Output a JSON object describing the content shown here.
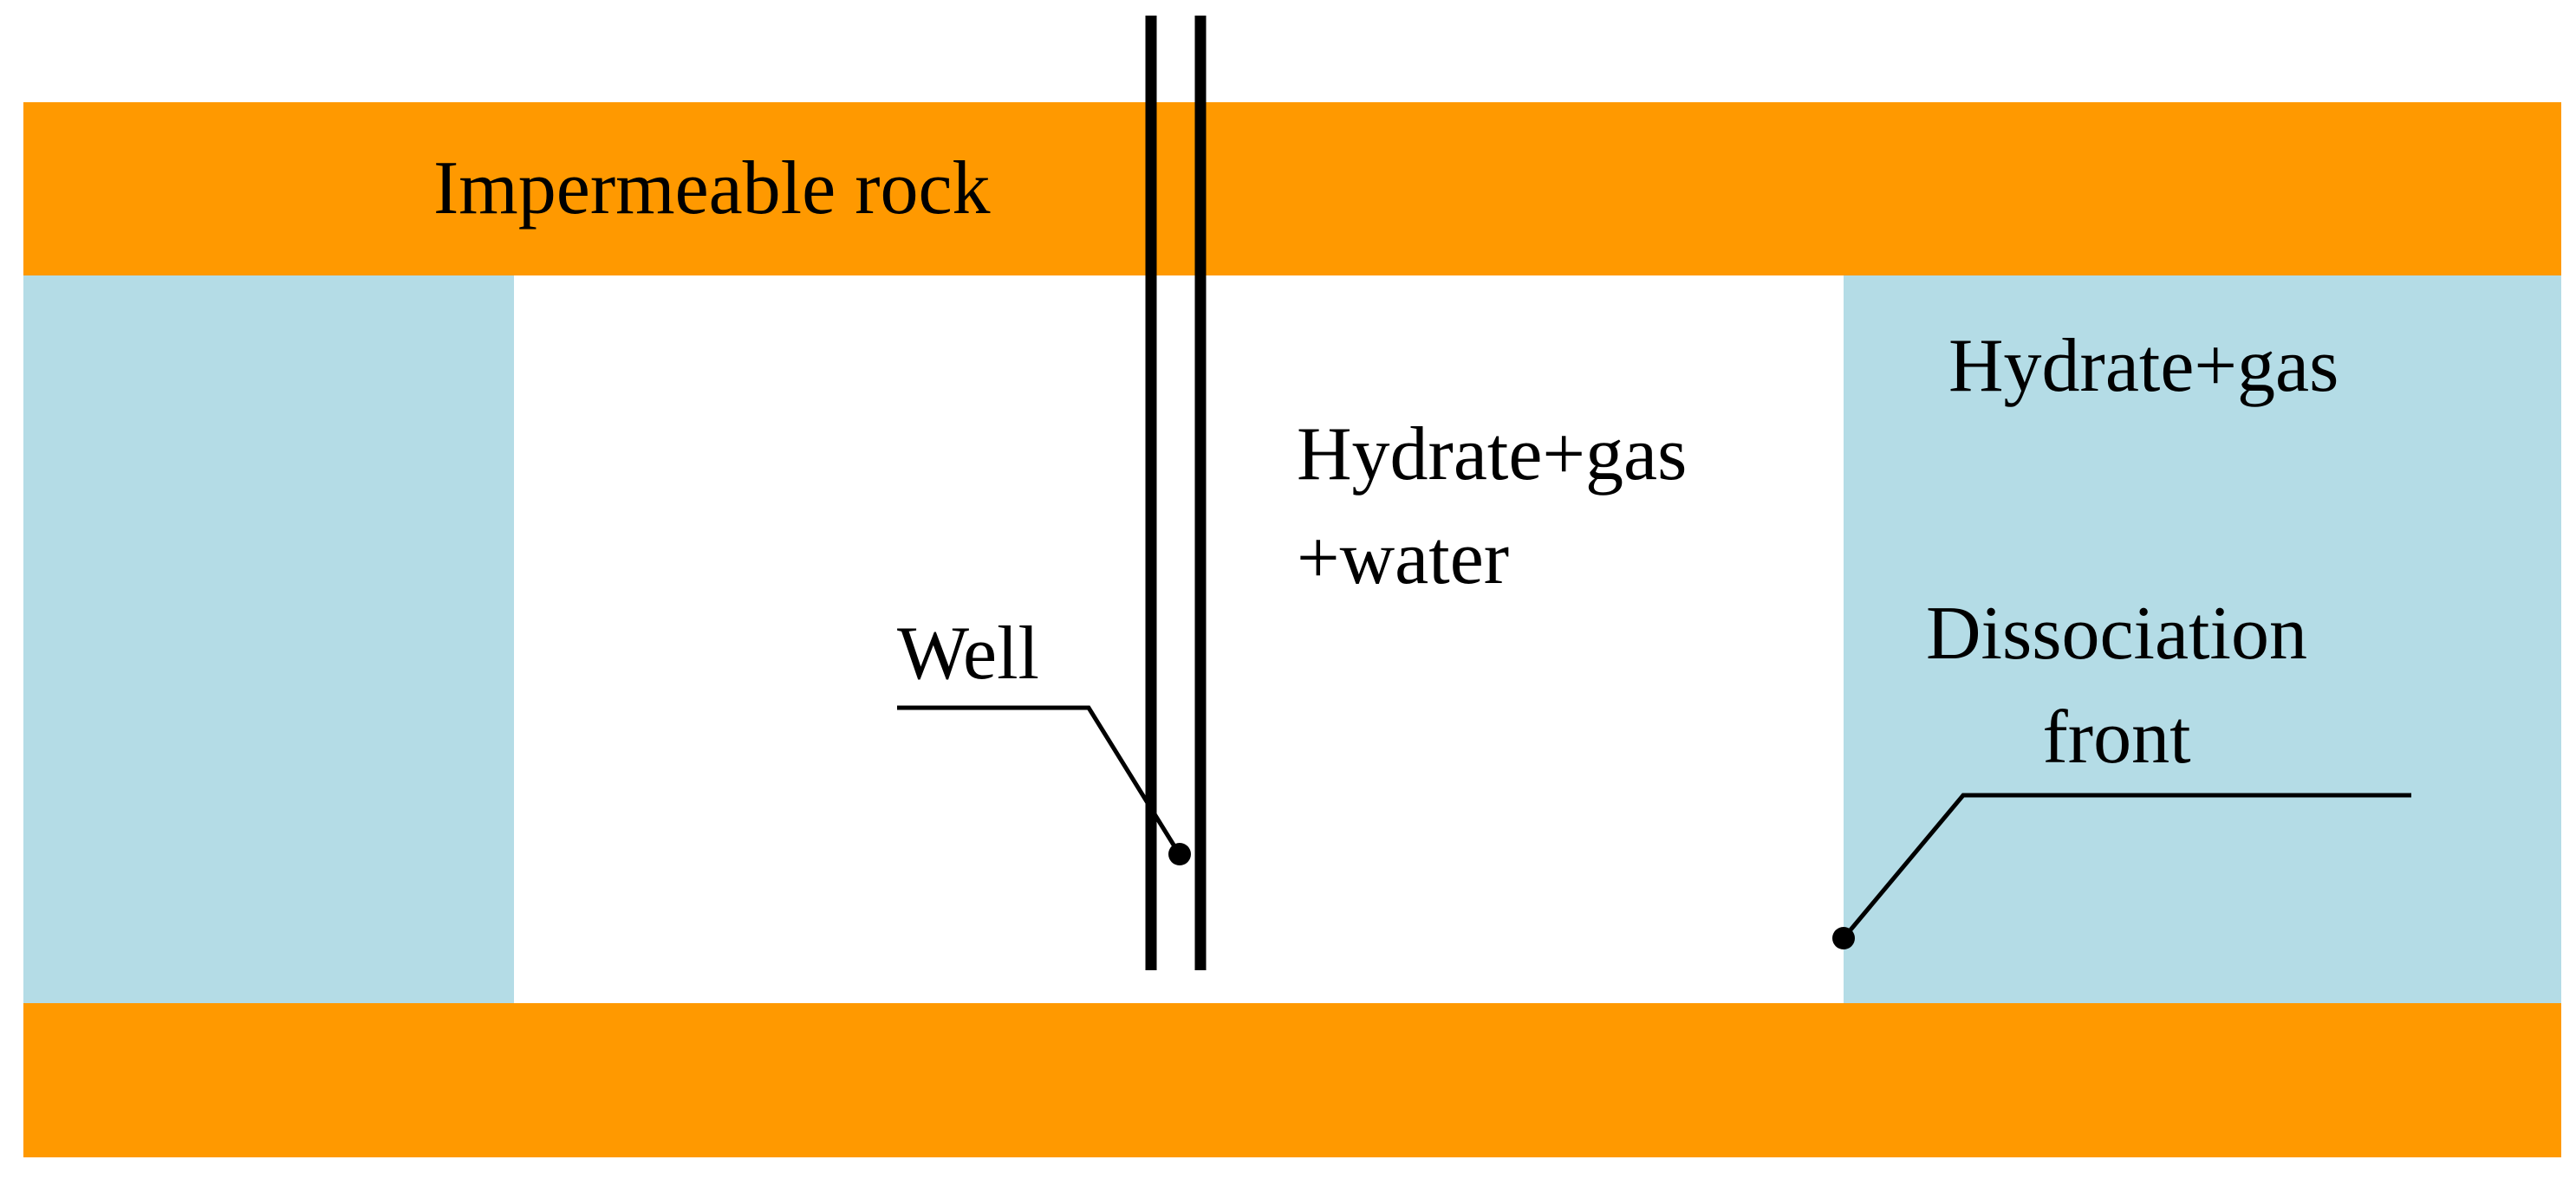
{
  "labels": {
    "cap_rock": "Impermeable rock",
    "middle_zone_line1": "Hydrate+gas",
    "middle_zone_line2": "+water",
    "right_zone": "Hydrate+gas",
    "well": "Well",
    "front_line1": "Dissociation",
    "front_line2": "front"
  },
  "colors": {
    "rock": "#FF9900",
    "hydrate_zone": "#B4DCE6",
    "dissociated_zone": "#FFFFFF",
    "lines": "#000000"
  }
}
